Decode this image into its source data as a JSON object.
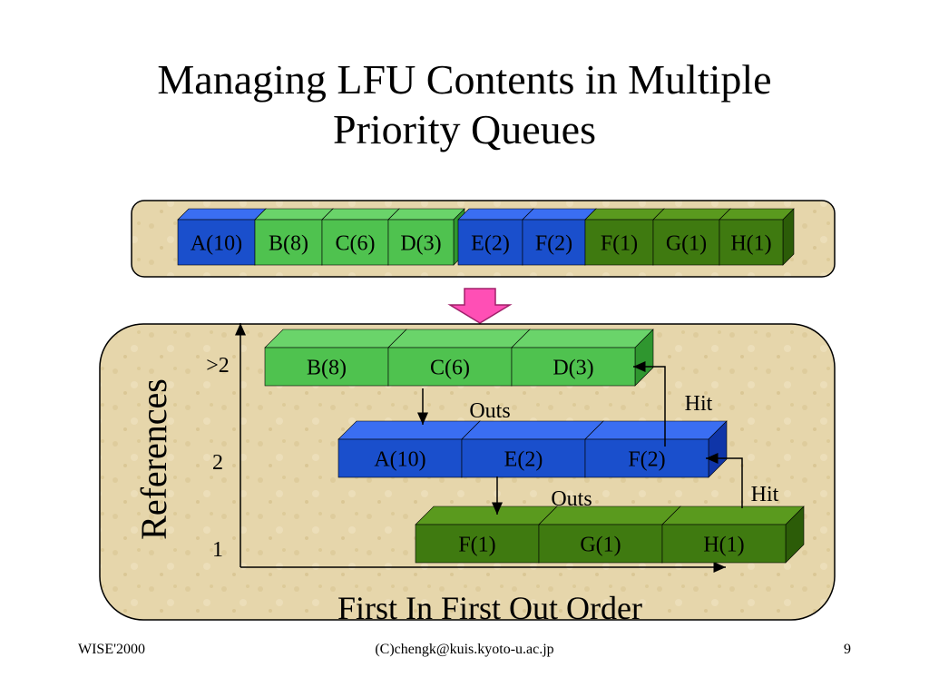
{
  "title": {
    "line1": "Managing LFU Contents in Multiple",
    "line2": "Priority Queues"
  },
  "colors": {
    "blue_front": "#1a4fcc",
    "blue_top": "#3a6ef2",
    "blue_side": "#0f35a8",
    "lgreen_front": "#4fc24f",
    "lgreen_top": "#6ad46a",
    "lgreen_side": "#2f962f",
    "dgreen_front": "#3f7a10",
    "dgreen_top": "#5a9a1e",
    "dgreen_side": "#2c5c08",
    "arrow_pink": "#ff4fb5",
    "parchment": "#e8d9b0"
  },
  "top_queue": {
    "items": [
      {
        "label": "A(10)",
        "color": "blue"
      },
      {
        "label": "B(8)",
        "color": "lgreen"
      },
      {
        "label": "C(6)",
        "color": "lgreen"
      },
      {
        "label": "D(3)",
        "color": "lgreen"
      },
      {
        "label": "E(2)",
        "color": "blue"
      },
      {
        "label": "F(2)",
        "color": "blue"
      },
      {
        "label": "F(1)",
        "color": "dgreen"
      },
      {
        "label": "G(1)",
        "color": "dgreen"
      },
      {
        "label": "H(1)",
        "color": "dgreen"
      }
    ]
  },
  "queues": {
    "gt2": {
      "level_label": ">2",
      "items": [
        {
          "label": "B(8)"
        },
        {
          "label": "C(6)"
        },
        {
          "label": "D(3)"
        }
      ]
    },
    "two": {
      "level_label": "2",
      "items": [
        {
          "label": "A(10)"
        },
        {
          "label": "E(2)"
        },
        {
          "label": "F(2)"
        }
      ]
    },
    "one": {
      "level_label": "1",
      "items": [
        {
          "label": "F(1)"
        },
        {
          "label": "G(1)"
        },
        {
          "label": "H(1)"
        }
      ]
    }
  },
  "labels": {
    "y_axis": "References",
    "x_axis": "First In First Out Order",
    "outs_upper": "Outs",
    "outs_lower": "Outs",
    "hit_upper": "Hit",
    "hit_lower": "Hit"
  },
  "footer": {
    "left": "WISE'2000",
    "center": "(C)chengk@kuis.kyoto-u.ac.jp",
    "right": "9"
  }
}
